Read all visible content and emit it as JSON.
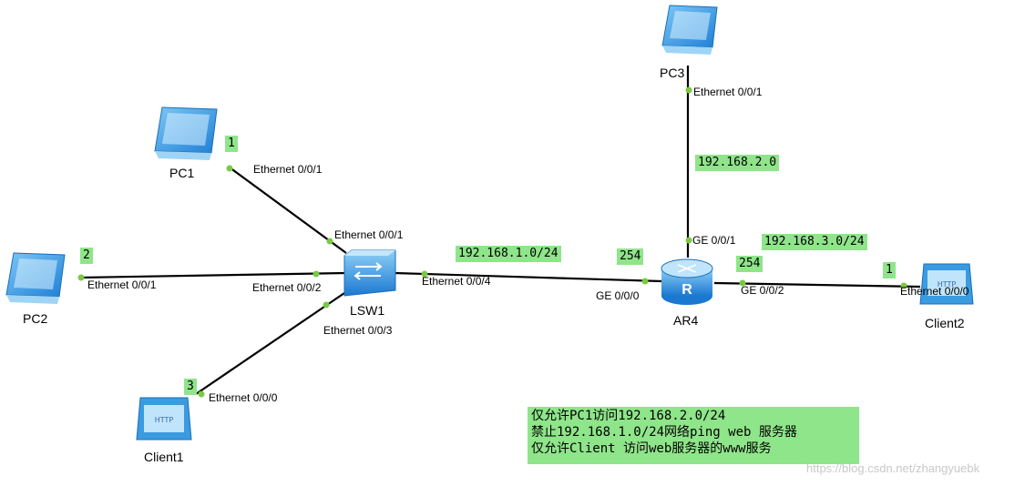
{
  "devices": {
    "pc1": "PC1",
    "pc2": "PC2",
    "pc3": "PC3",
    "client1": "Client1",
    "client2": "Client2",
    "lsw1": "LSW1",
    "ar4": "AR4"
  },
  "icon_text": {
    "http": "HTTP",
    "router": "R"
  },
  "ports": {
    "pc1_eth": "Ethernet 0/0/1",
    "lsw1_eth1": "Ethernet 0/0/1",
    "pc2_eth": "Ethernet 0/0/1",
    "lsw1_eth2": "Ethernet 0/0/2",
    "lsw1_eth3": "Ethernet 0/0/3",
    "client1_eth": "Ethernet 0/0/0",
    "lsw1_eth4": "Ethernet 0/0/4",
    "ar4_ge000": "GE 0/0/0",
    "ar4_ge001": "GE 0/0/1",
    "ar4_ge002": "GE 0/0/2",
    "pc3_eth": "Ethernet 0/0/1",
    "client2_eth": "Ethernet 0/0/0"
  },
  "tags": {
    "pc1_host": "1",
    "pc2_host": "2",
    "client1_host": "3",
    "client2_host": "1",
    "net1": "192.168.1.0/24",
    "net2": "192.168.2.0",
    "net3": "192.168.3.0/24",
    "ar4_g0": "254",
    "ar4_g2": "254"
  },
  "notes": [
    "仅允许PC1访问192.168.2.0/24",
    "禁止192.168.1.0/24网络ping web 服务器",
    "仅允许Client 访问web服务器的www服务"
  ],
  "watermark": "https://blog.csdn.net/zhangyuebk",
  "colors": {
    "tag_bg": "#8fe58a",
    "port_dot": "#7ac943",
    "pc_blue": "#3a9be0",
    "device_blue": "#2f8fe0"
  }
}
